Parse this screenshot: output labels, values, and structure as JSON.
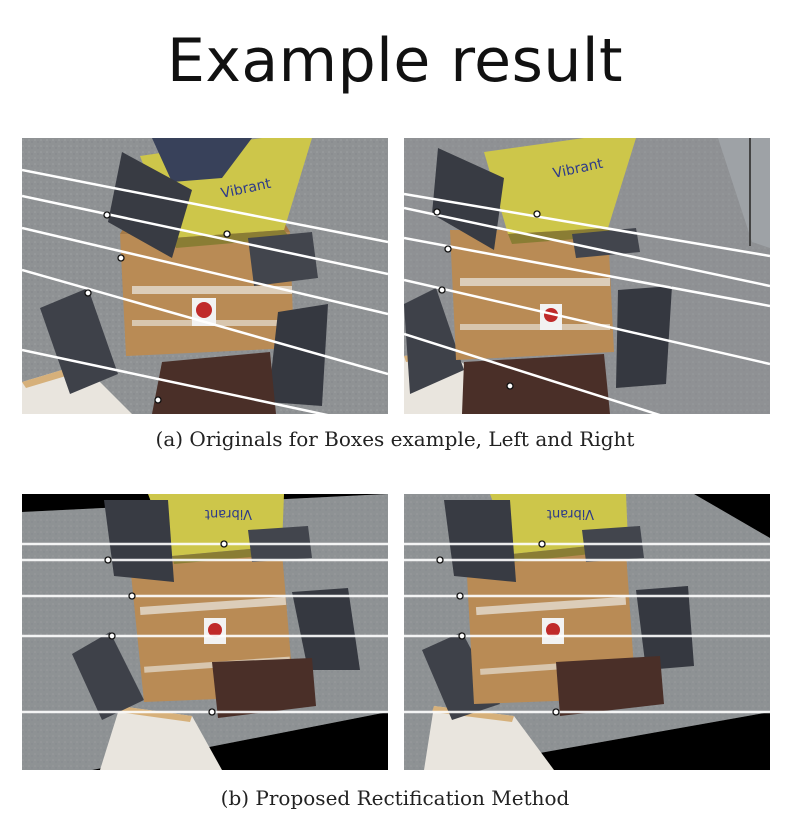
{
  "slide": {
    "title": "Example result"
  },
  "figure_a": {
    "caption": "(a) Originals for Boxes example, Left and Right",
    "left_image": "Boxes stereo scene, original left view with epipolar lines",
    "right_image": "Boxes stereo scene, original right view with epipolar lines"
  },
  "figure_b": {
    "caption": "(b) Proposed Rectification Method",
    "left_image": "Boxes stereo scene, rectified left view with horizontal epipolar lines",
    "right_image": "Boxes stereo scene, rectified right view with horizontal epipolar lines"
  },
  "colors": {
    "floor": "#8f9294",
    "cardboard": "#b98b55",
    "yellow_box": "#cdc64a",
    "dark_sheet": "#3c3f47",
    "brown_sheet": "#4a2f28",
    "epipolar_line": "#ffffff",
    "border_black": "#000000"
  }
}
